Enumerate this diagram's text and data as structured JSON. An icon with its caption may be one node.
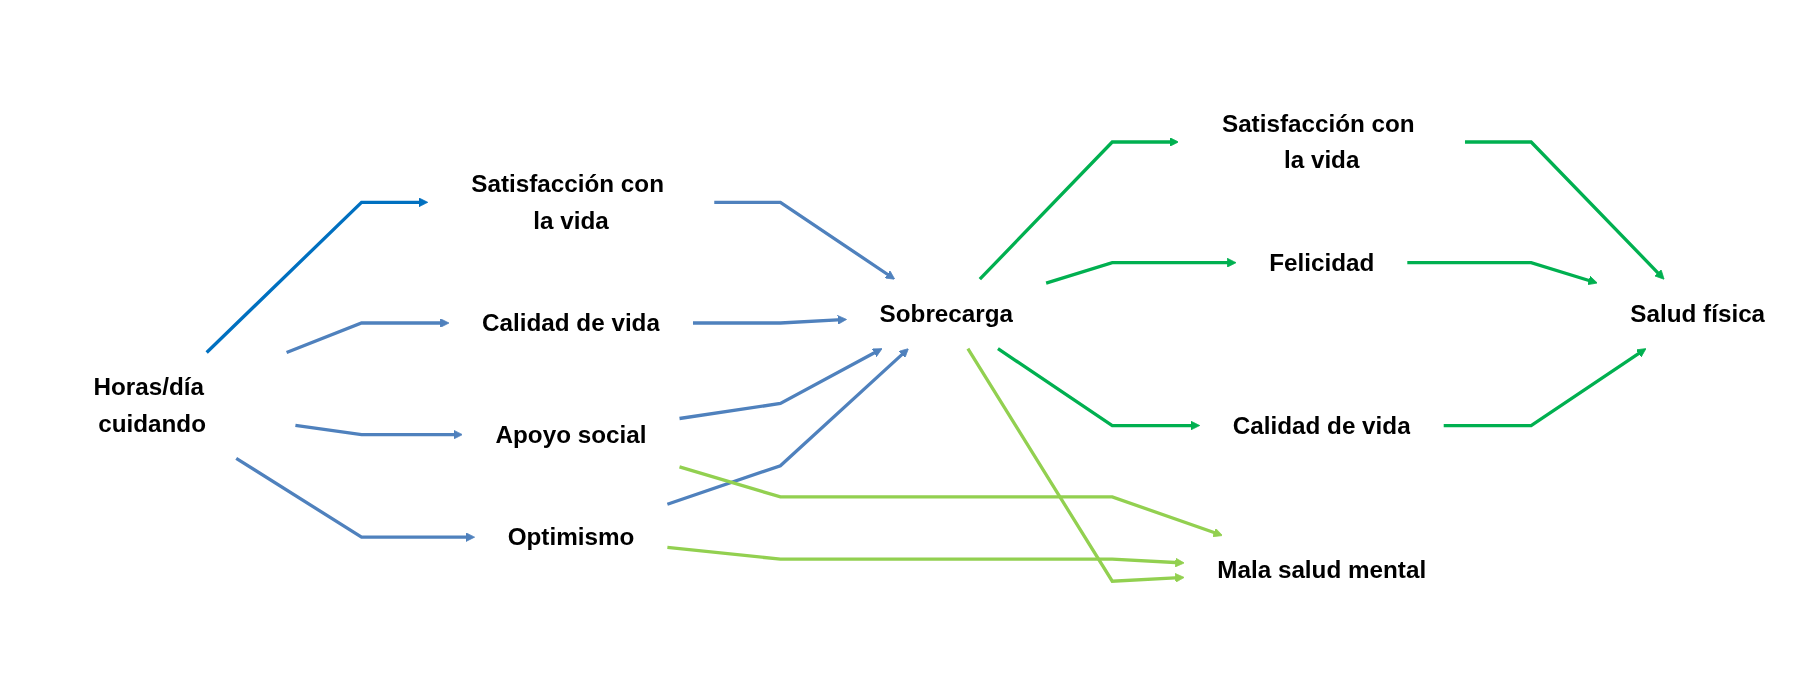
{
  "diagram": {
    "nodes": [
      {
        "text": [
          "Horas/día cuidando"
        ]
      },
      {
        "text": [
          "Satisfacción con la vida"
        ]
      },
      {
        "text": [
          "Calidad de vida"
        ]
      },
      {
        "text": [
          "Apoyo social"
        ]
      },
      {
        "text": [
          "Optimismo"
        ]
      },
      {
        "text": [
          "Sobrecarga"
        ]
      },
      {
        "text": [
          "Satisfacción con la vida"
        ]
      },
      {
        "text": [
          "Felicidad"
        ]
      },
      {
        "text": [
          "Calidad de vida"
        ]
      },
      {
        "text": [
          "Salud física"
        ]
      },
      {
        "text": [
          "Mala salud mental"
        ]
      }
    ],
    "edges": [
      {
        "from": 0,
        "to": 1,
        "arrow": "to",
        "color": "#0070c0"
      },
      {
        "from": 0,
        "to": 2,
        "arrow": "to",
        "color": "#4f81bd"
      },
      {
        "from": 0,
        "to": 3,
        "arrow": "to",
        "color": "#4f81bd"
      },
      {
        "from": 0,
        "to": 4,
        "arrow": "to",
        "color": "#4f81bd"
      },
      {
        "from": 1,
        "to": 5,
        "arrow": "to",
        "color": "#4f81bd"
      },
      {
        "from": 2,
        "to": 5,
        "arrow": "to",
        "color": "#4f81bd"
      },
      {
        "from": 3,
        "to": 5,
        "arrow": "to",
        "color": "#4f81bd"
      },
      {
        "from": 4,
        "to": 5,
        "arrow": "to",
        "color": "#4f81bd"
      },
      {
        "from": 3,
        "to": 10,
        "arrow": "to",
        "color": "#92d050"
      },
      {
        "from": 4,
        "to": 10,
        "arrow": "to",
        "color": "#92d050"
      },
      {
        "from": 5,
        "to": 10,
        "arrow": "to",
        "color": "#92d050"
      },
      {
        "from": 5,
        "to": 6,
        "arrow": "to",
        "color": "#00b050"
      },
      {
        "from": 5,
        "to": 7,
        "arrow": "to",
        "color": "#00b050"
      },
      {
        "from": 5,
        "to": 8,
        "arrow": "to",
        "color": "#00b050"
      },
      {
        "from": 6,
        "to": 9,
        "arrow": "to",
        "color": "#00b050"
      },
      {
        "from": 7,
        "to": 9,
        "arrow": "to",
        "color": "#00b050"
      },
      {
        "from": 8,
        "to": 9,
        "arrow": "to",
        "color": "#00b050"
      }
    ]
  }
}
